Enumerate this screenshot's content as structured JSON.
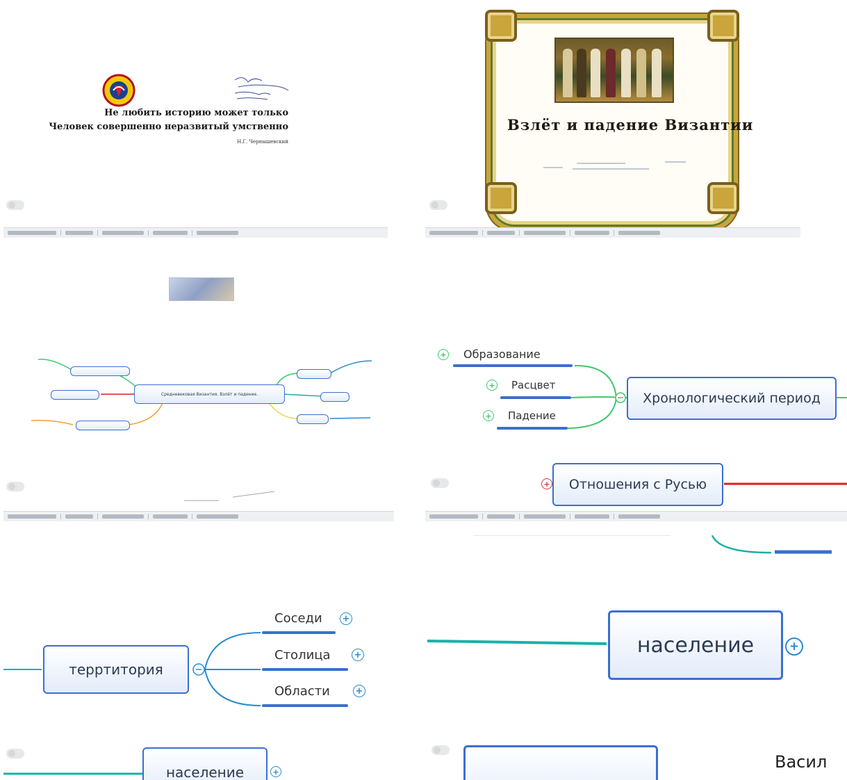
{
  "slides": {
    "s1": {
      "quote_line1": "Не любить историю может только",
      "quote_line2": "Человек совершенно неразвитый умственно",
      "author": "Н.Г. Чернышевский"
    },
    "s2": {
      "title": "Взлёт и падение Византии"
    },
    "s3": {
      "center": "Средневековая Византия. Взлёт и падение."
    },
    "s4": {
      "period": "Хронологический период",
      "leaf1": "Образование",
      "leaf2": "Расцвет",
      "leaf3": "Падение",
      "relations": "Отношения с Русью"
    },
    "s5": {
      "territory": "терртитория",
      "leaf1": "Соседи",
      "leaf2": "Столица",
      "leaf3": "Области",
      "population_partial": "население"
    },
    "s6": {
      "population": "население",
      "partial_right": "Васил"
    }
  },
  "colors": {
    "node_border": "#3a6fd1",
    "branch_green": "#3ec96b",
    "branch_teal": "#19b1a8",
    "branch_red": "#e21b1b",
    "branch_blue": "#2a8bd0",
    "plus_red": "#d9363e"
  },
  "icons": [
    "expand-plus-icon",
    "collapse-minus-icon",
    "watermark-logo-icon"
  ]
}
